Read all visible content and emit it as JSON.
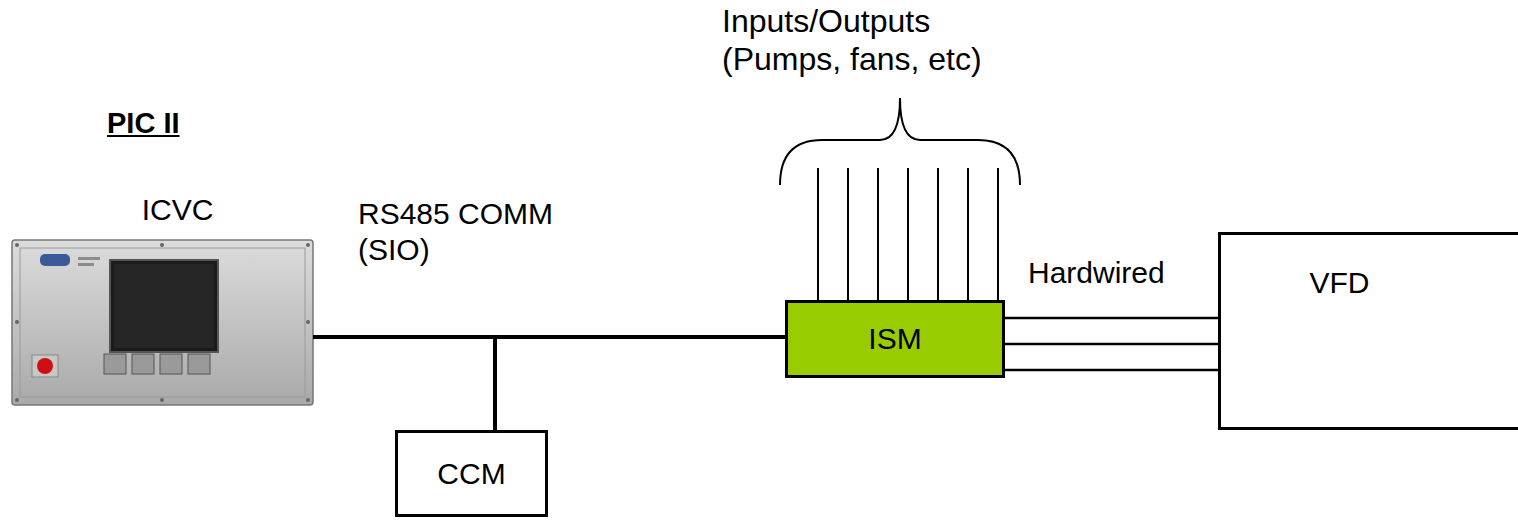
{
  "diagram": {
    "nodes": [
      {
        "text": [
          "ICVC"
        ]
      },
      {
        "text": [
          "CCM"
        ]
      },
      {
        "text": [
          "ISM"
        ]
      },
      {
        "text": [
          "VFD"
        ]
      }
    ],
    "edges": [
      {
        "from": 0,
        "to": 2,
        "arrow": "none",
        "label": "RS485 COMM (SIO)"
      },
      {
        "from": 0,
        "to": 1,
        "arrow": "none"
      },
      {
        "from": 2,
        "to": 3,
        "arrow": "none",
        "label": "Hardwired"
      },
      {
        "from": 2,
        "to": 3,
        "arrow": "none"
      },
      {
        "from": 2,
        "to": 3,
        "arrow": "none"
      }
    ],
    "labels": [
      "PIC II",
      "Inputs/Outputs (Pumps, fans, etc)"
    ]
  }
}
